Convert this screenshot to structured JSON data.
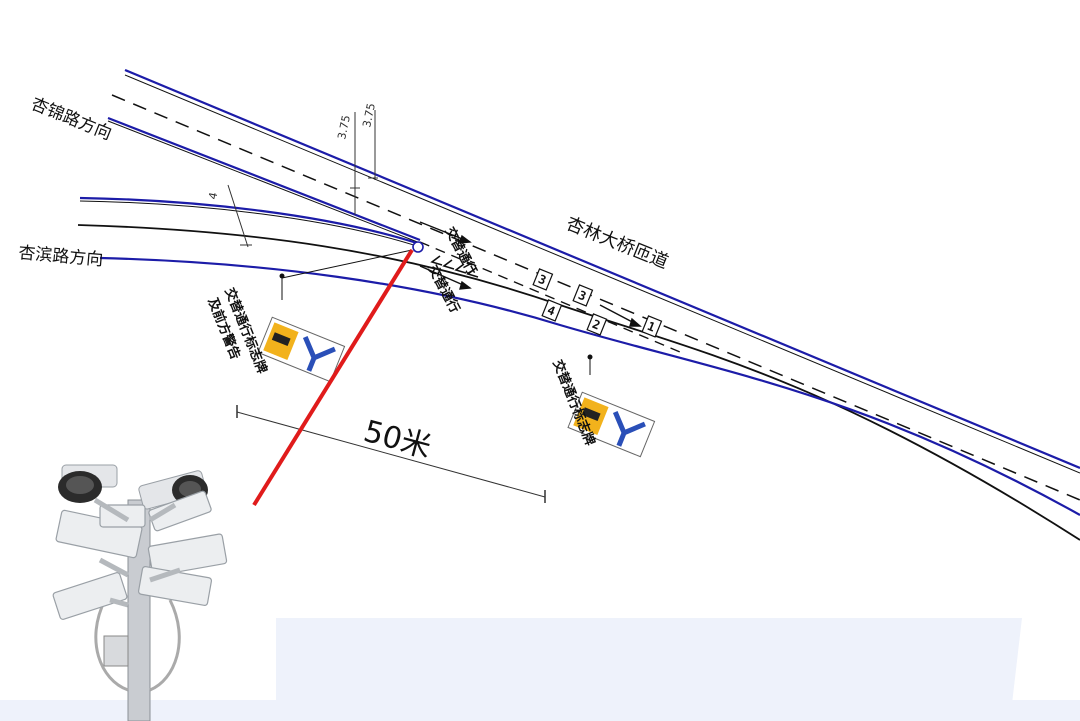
{
  "labels": {
    "xingjin": "杏锦路方向",
    "xingbin": "杏滨路方向",
    "bridge": "杏林大桥匝道",
    "distance": "50米"
  },
  "dimensions": {
    "d1": "3.75",
    "d2": "3.75",
    "d3": "4"
  },
  "road_markings": {
    "m1": "交替通行",
    "m2": "交替通行"
  },
  "lane_numbers": [
    "3",
    "3",
    "4",
    "2",
    "1"
  ],
  "signs": {
    "sign1_line1": "交替通行标志牌",
    "sign1_line2": "及前方警告",
    "sign2": "交替通行标志牌"
  },
  "colors": {
    "road_edge_blue": "#1c1ca8",
    "road_line_black": "#111111",
    "pointer_red": "#e01b1b",
    "sign_blue": "#2a4fb8",
    "sign_yellow": "#f2b21c"
  }
}
